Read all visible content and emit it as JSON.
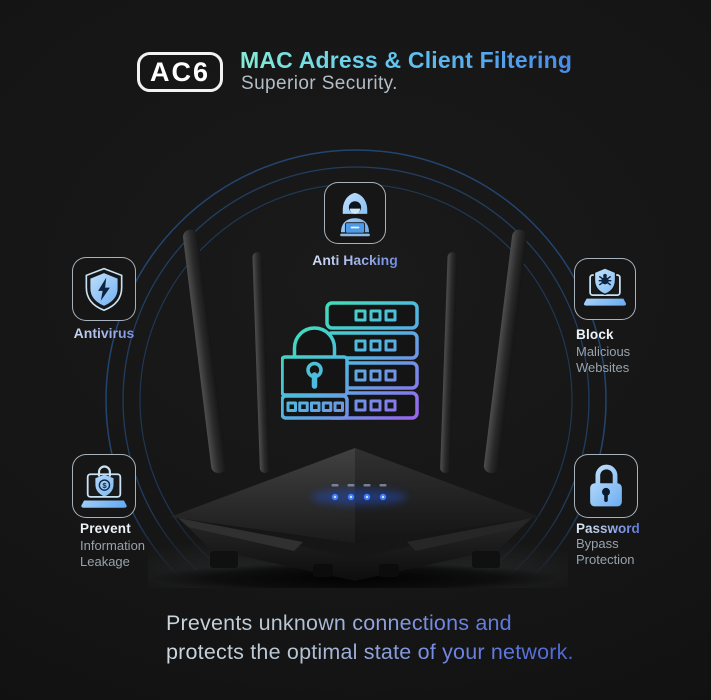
{
  "header": {
    "badge": "AC6",
    "title": "MAC Adress & Client Filtering",
    "subtitle": "Superior Security."
  },
  "features": {
    "anti_hacking": {
      "label": "Anti Hacking",
      "icon": "hooded-hacker-icon"
    },
    "antivirus": {
      "label": "Antivirus",
      "icon": "shield-lightning-icon"
    },
    "block": {
      "primary": "Block",
      "secondary": [
        "Malicious",
        "Websites"
      ],
      "icon": "laptop-bug-shield-icon"
    },
    "prevent": {
      "primary": "Prevent",
      "secondary": [
        "Information",
        "Leakage"
      ],
      "icon": "laptop-dollar-lock-icon"
    },
    "password": {
      "primary": "Password",
      "secondary": [
        "Bypass",
        "Protection"
      ],
      "icon": "padlock-icon"
    }
  },
  "center_illustration": {
    "icon": "server-stack-padlock-lineart",
    "description_elements": [
      "server-rack",
      "padlock",
      "password-boxes"
    ]
  },
  "router": {
    "led_count": 4
  },
  "footer": {
    "line1": "Prevents unknown connections and",
    "line2": "protects the optimal state of your network."
  },
  "glyphs": {
    "dollar": "$"
  },
  "colors": {
    "accent_teal": "#84ecd6",
    "accent_blue": "#4a8ae8",
    "label_blue": "#5a78dd",
    "lineart_teal": "#3de9ae",
    "lineart_mid": "#4fb8e0",
    "lineart_purple": "#9d5ff0",
    "icon_blue_light": "#e2f4fd",
    "icon_blue": "#4f9df0",
    "led_blue": "#3f7dff",
    "arc_blue": "#2c6cb8",
    "background": "#141414"
  }
}
